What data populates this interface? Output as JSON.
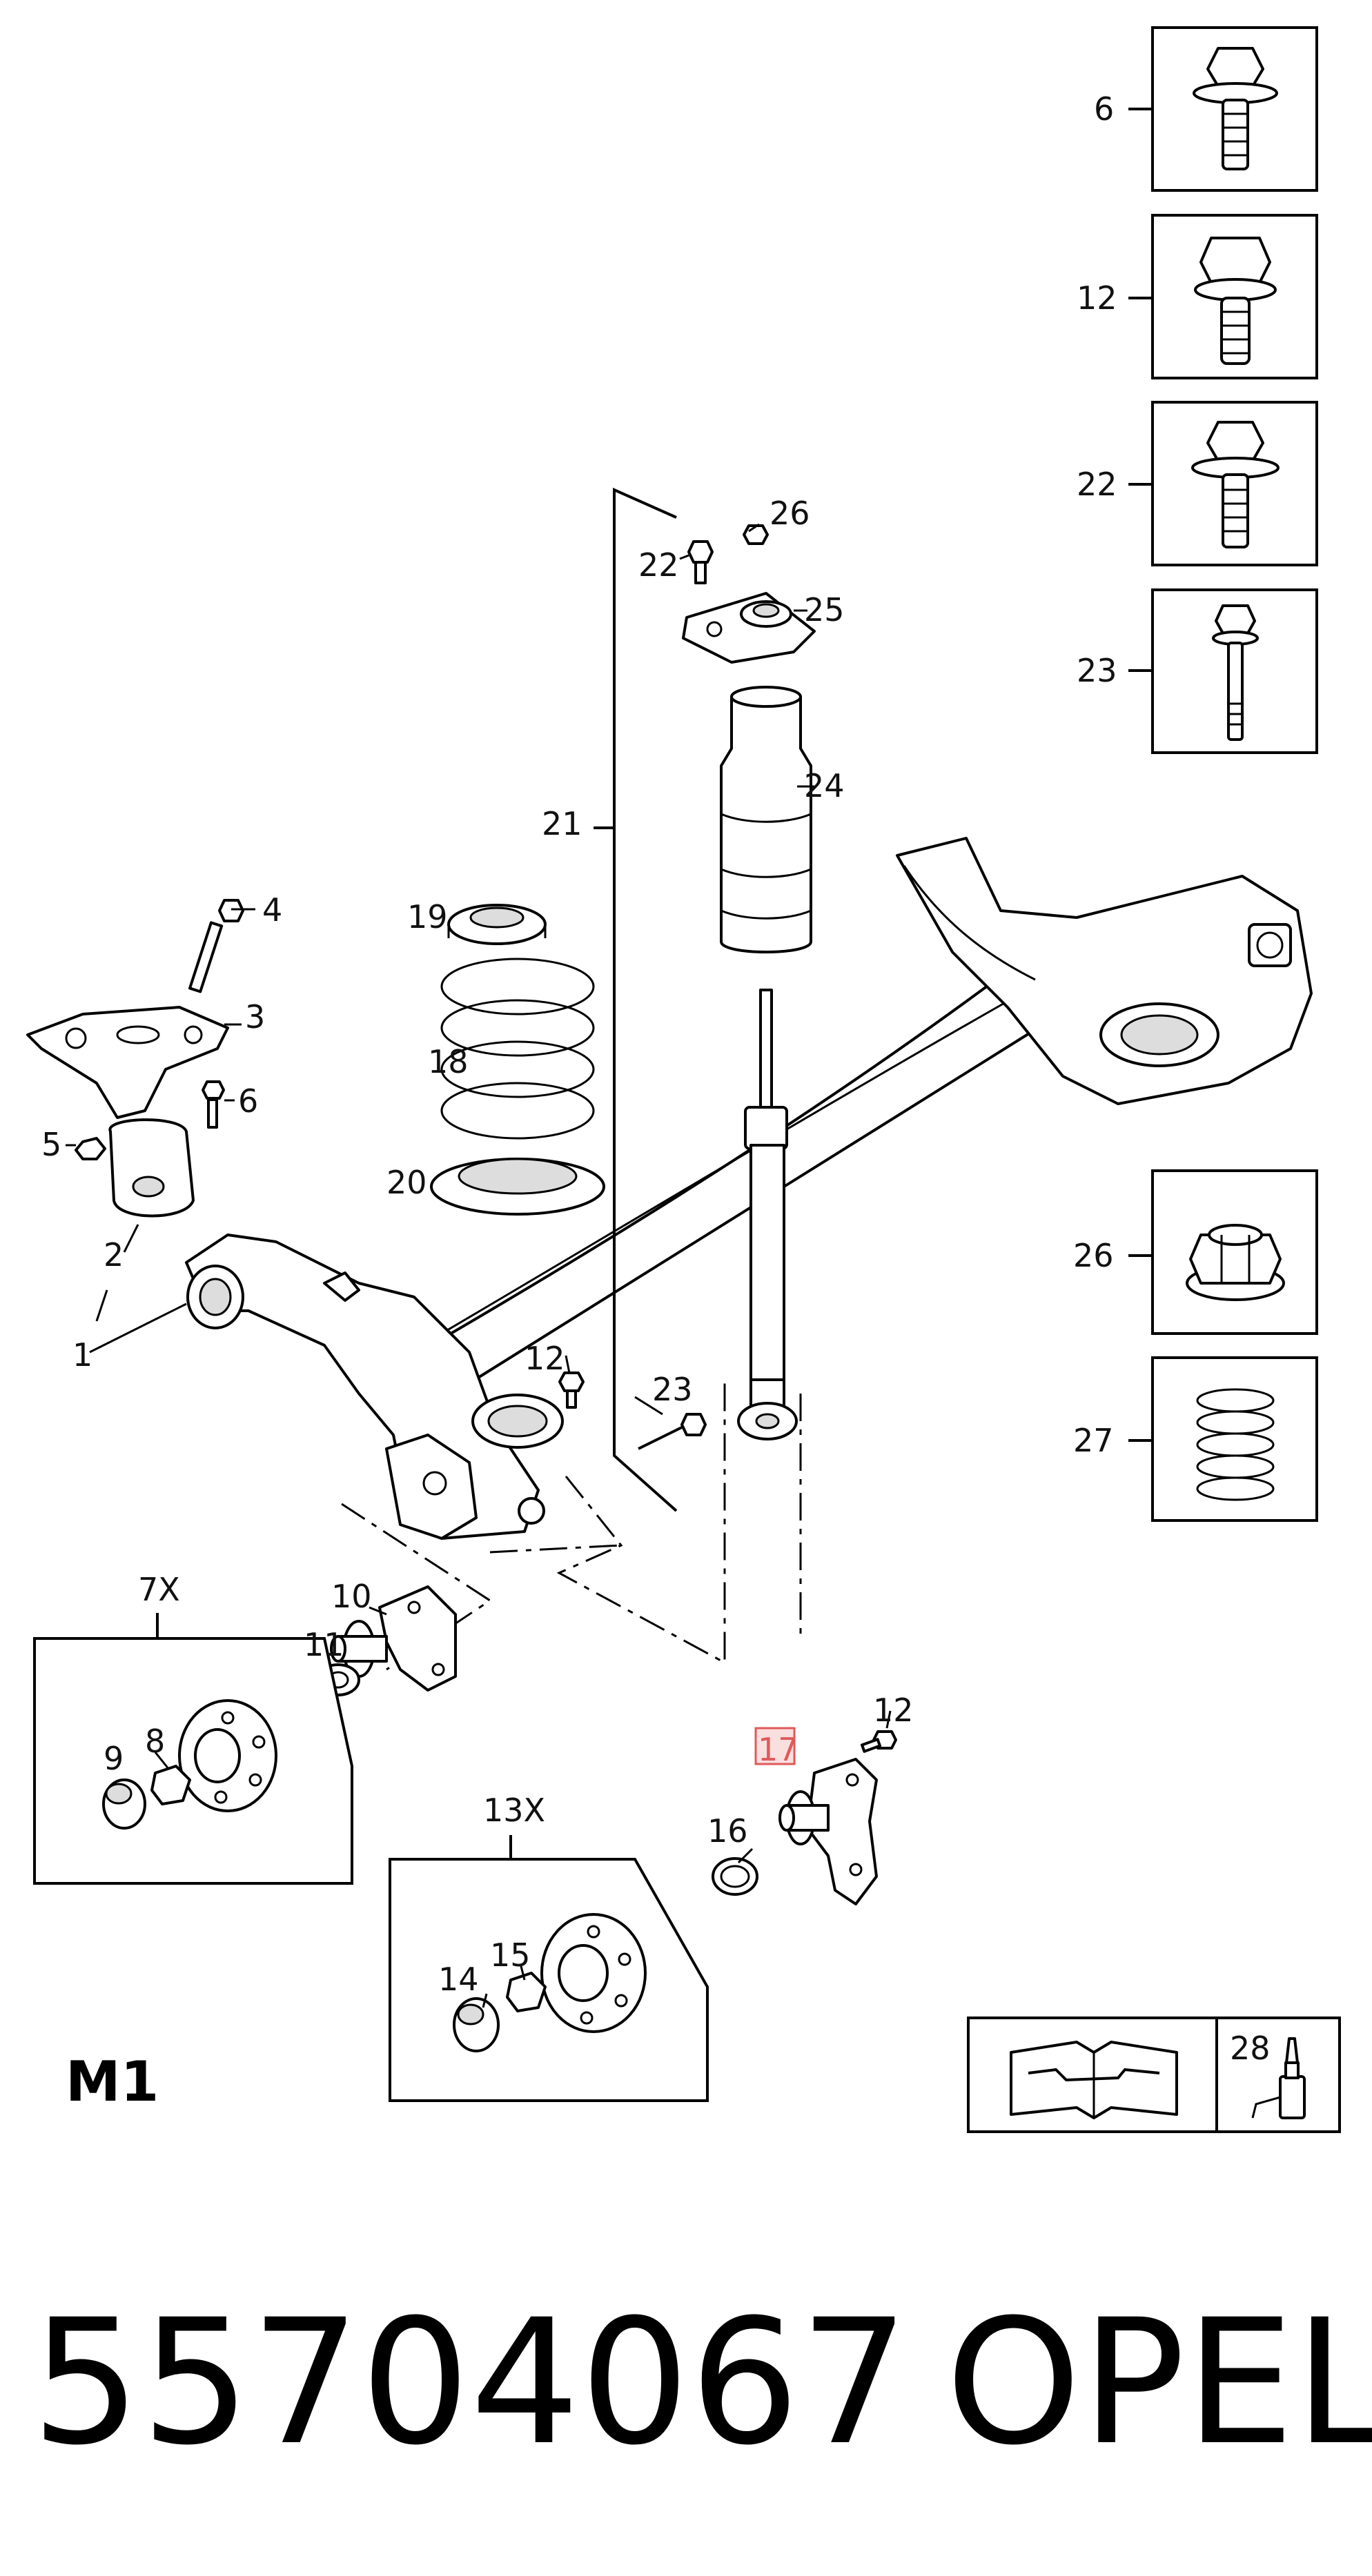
{
  "diagram": {
    "sheet_label": "M1",
    "footer": {
      "part_number": "55704067",
      "brand": "OPEL"
    },
    "inset_parts": [
      {
        "id": "inset-6",
        "label": "6"
      },
      {
        "id": "inset-12",
        "label": "12"
      },
      {
        "id": "inset-22",
        "label": "22"
      },
      {
        "id": "inset-23",
        "label": "23"
      },
      {
        "id": "inset-26",
        "label": "26"
      },
      {
        "id": "inset-27",
        "label": "27"
      }
    ],
    "group_boxes": [
      {
        "id": "7x",
        "label": "7X"
      },
      {
        "id": "13x",
        "label": "13X"
      }
    ],
    "callouts": {
      "c1": "1",
      "c2": "2",
      "c3": "3",
      "c4": "4",
      "c5": "5",
      "c6": "6",
      "c8": "8",
      "c9": "9",
      "c10": "10",
      "c11": "11",
      "c12a": "12",
      "c12b": "12",
      "c14": "14",
      "c15": "15",
      "c16": "16",
      "c17": "17",
      "c18": "18",
      "c19": "19",
      "c20": "20",
      "c21": "21",
      "c22": "22",
      "c23": "23",
      "c24": "24",
      "c25": "25",
      "c26": "26",
      "c28": "28"
    },
    "highlight_color": "#e05a5a"
  }
}
